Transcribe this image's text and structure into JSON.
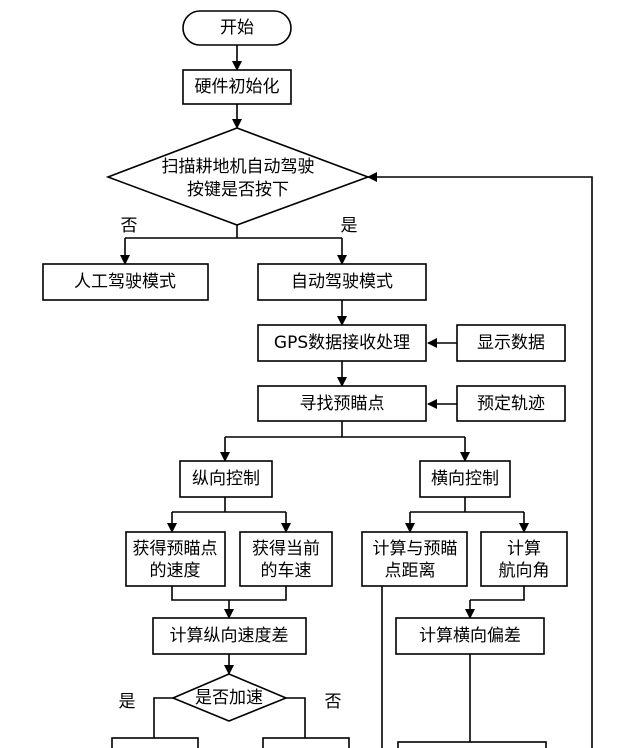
{
  "flowchart": {
    "start": "开始",
    "hardware_init": "硬件初始化",
    "scan_decision": {
      "line1": "扫描耕地机自动驾驶",
      "line2": "按键是否按下"
    },
    "no_label": "否",
    "yes_label": "是",
    "manual_mode": "人工驾驶模式",
    "auto_mode": "自动驾驶模式",
    "gps_process": "GPS数据接收处理",
    "display_data": "显示数据",
    "find_aim_point": "寻找预瞄点",
    "preset_track": "预定轨迹",
    "longitudinal_control": "纵向控制",
    "lateral_control": "横向控制",
    "get_aim_speed": {
      "line1": "获得预瞄点",
      "line2": "的速度"
    },
    "get_current_speed": {
      "line1": "获得当前",
      "line2": "的车速"
    },
    "calc_aim_distance": {
      "line1": "计算与预瞄",
      "line2": "点距离"
    },
    "calc_heading": {
      "line1": "计算",
      "line2": "航向角"
    },
    "calc_speed_diff": "计算纵向速度差",
    "calc_lateral_dev": "计算横向偏差",
    "accel_decision": "是否加速",
    "accel_yes": "是",
    "accel_no": "否"
  }
}
